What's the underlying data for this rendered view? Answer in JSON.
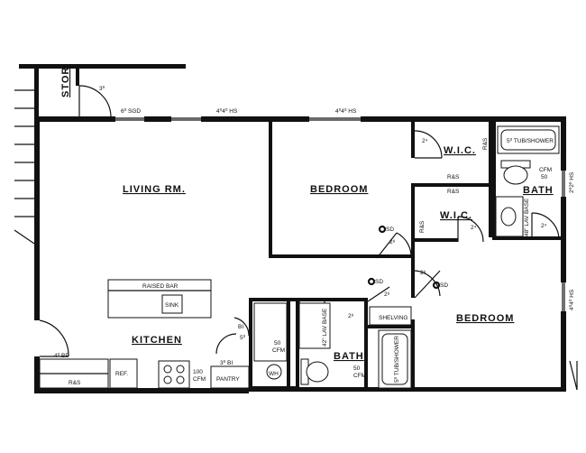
{
  "rooms": {
    "stor": "STOR",
    "living": "LIVING RM.",
    "bedroom1": "BEDROOM",
    "bedroom2": "BEDROOM",
    "wic1": "W.I.C.",
    "wic2": "W.I.C.",
    "bath1": "BATH",
    "bath2": "BATH",
    "kitchen": "KITCHEN"
  },
  "labels": {
    "sgd": "6⁰ SGD",
    "hs1": "4⁰4⁰ HS",
    "hs2": "4⁰4⁰ HS",
    "hs3": "2⁰2⁰ HS",
    "hs4": "4⁰4⁰ HS",
    "stor_door": "3⁰",
    "wic1_door": "2⁴",
    "wic1_rs_v": "R&S",
    "wic1_rs_h": "R&S",
    "tub1": "5⁰ TUB/SHOWER",
    "cfm1": "CFM",
    "cfm1_val": "50",
    "lav1": "48\" LAV BASE",
    "bath1_door": "2⁴",
    "wic2_rs_h": "R&S",
    "wic2_rs_v": "R&S",
    "wic2_door": "2⁴",
    "sd1": "SD",
    "sd2": "SD",
    "sd3": "SD",
    "bed1_door": "2⁸",
    "hall_door": "2⁸",
    "closet_door": "2⁸",
    "shelving": "SHELVING",
    "tub2": "5⁰ TUB/SHOWER",
    "lav2": "42\" LAV BASE",
    "bath2_door": "2⁸",
    "cfm2": "CFM",
    "cfm2_val": "50",
    "raised_bar": "RAISED BAR",
    "sink": "SINK",
    "bp": "4⁰ BP",
    "rs_kitchen": "R&S",
    "ref": "REF.",
    "hood": "100",
    "hood_cfm": "CFM",
    "pantry": "PANTRY",
    "pantry_door": "3⁰ BI",
    "bi": "BI",
    "door_50": "5⁰",
    "wh": "WH",
    "util_cfm": "50",
    "util_cfm_lbl": "CFM"
  }
}
